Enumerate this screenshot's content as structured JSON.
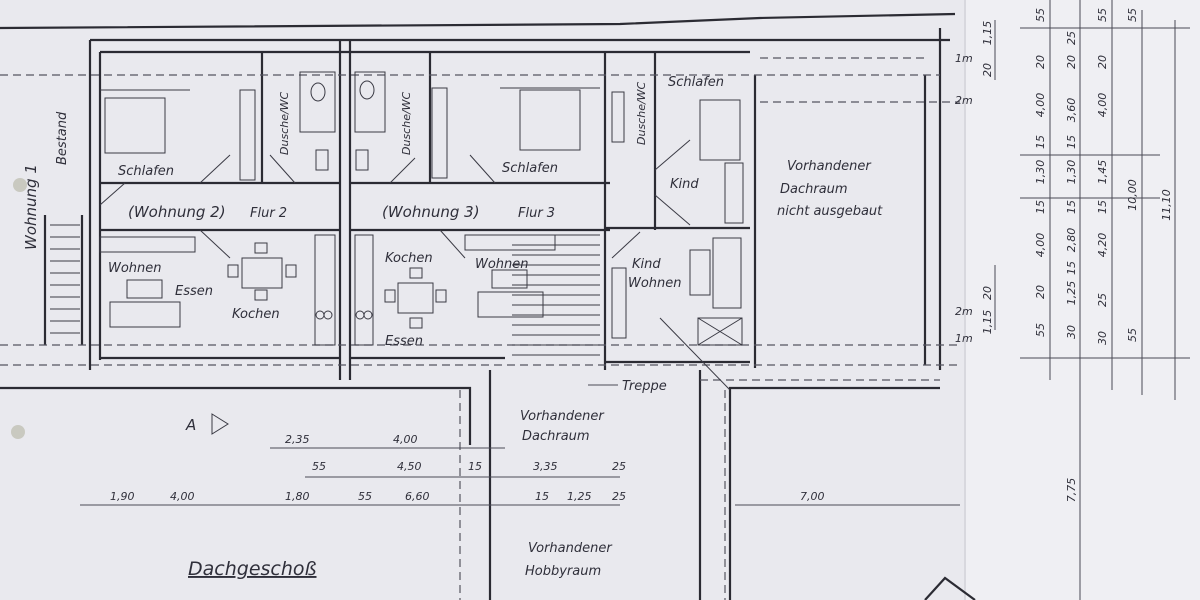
{
  "title": "Dachgeschoß",
  "section_marker": "A",
  "rooms": {
    "wohnung1": "Wohnung 1",
    "bestand": "Bestand",
    "schlafen2": "Schlafen",
    "dusche2": "Dusche/WC",
    "dusche3": "Dusche/WC",
    "schlafen3": "Schlafen",
    "schlafen4": "Schlafen",
    "dusche4": "Dusche/WC",
    "kind1": "Kind",
    "wohnung2": "(Wohnung 2)",
    "flur2": "Flur 2",
    "wohnung3": "(Wohnung 3)",
    "flur3": "Flur 3",
    "wohnen2": "Wohnen",
    "essen2": "Essen",
    "kochen2": "Kochen",
    "kochen3": "Kochen",
    "essen3": "Essen",
    "wohnen3": "Wohnen",
    "kind_wohnen": [
      "Kind",
      "Wohnen"
    ],
    "dachraum_top": [
      "Vorhandener",
      "Dachraum",
      "nicht ausgebaut"
    ],
    "treppe": "Treppe",
    "dachraum_mid": [
      "Vorhandener",
      "Dachraum"
    ],
    "hobbyraum": [
      "Vorhandener",
      "Hobbyraum"
    ]
  },
  "height_marks": [
    "1m",
    "2m",
    "2m",
    "1m"
  ],
  "dimensions": {
    "row1": [
      "2,35",
      "4,00"
    ],
    "row2": [
      "55",
      "4,50",
      "15",
      "3,35",
      "25"
    ],
    "row3": [
      "1,90",
      "4,00",
      "1,80",
      "55",
      "6,60",
      "15",
      "1,25",
      "25",
      "7,00"
    ],
    "small_right": [
      "1,15",
      "20",
      "20",
      "1,15"
    ],
    "col1": [
      "55",
      "20",
      "4,00",
      "15",
      "1,30",
      "15",
      "4,00",
      "20",
      "55"
    ],
    "col2": [
      "25",
      "20",
      "3,60",
      "15",
      "1,30",
      "15",
      "2,80",
      "15",
      "1,25",
      "30"
    ],
    "col3": [
      "55",
      "20",
      "4,00",
      "1,45",
      "15",
      "4,20",
      "25",
      "30"
    ],
    "col4": [
      "55",
      "10,00",
      "55"
    ],
    "col5": [
      "11,10"
    ],
    "long": [
      "7,75"
    ]
  }
}
